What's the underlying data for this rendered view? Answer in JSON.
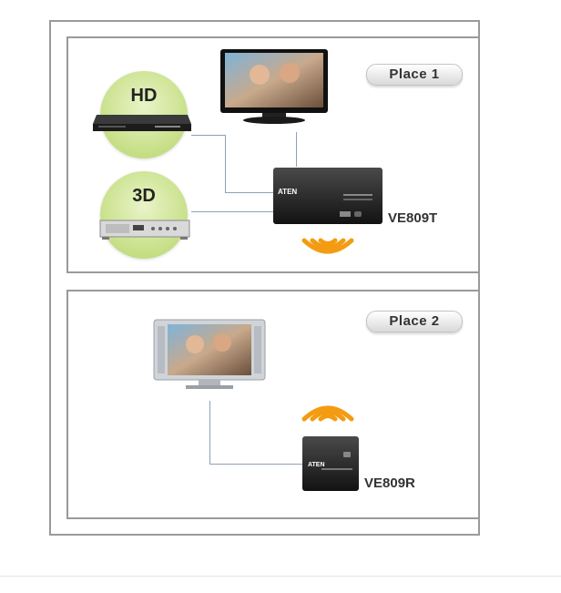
{
  "places": [
    {
      "label": "Place 1"
    },
    {
      "label": "Place 2"
    }
  ],
  "sources": [
    {
      "label": "HD"
    },
    {
      "label": "3D"
    }
  ],
  "devices": {
    "transmitter": {
      "model": "VE809T",
      "brand": "ATEN"
    },
    "receiver": {
      "model": "VE809R",
      "brand": "ATEN"
    }
  },
  "colors": {
    "frame": "#9a9a9a",
    "cable": "#8da1b3",
    "wireless": "#f39c12",
    "circle": "#c6df86"
  }
}
